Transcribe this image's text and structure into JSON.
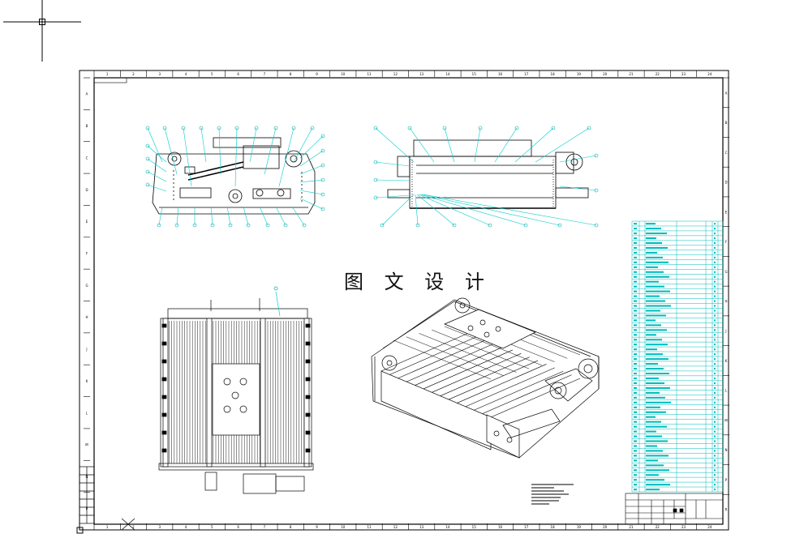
{
  "drawing": {
    "zone_numbers_top": [
      "1",
      "2",
      "3",
      "4",
      "5",
      "6",
      "7",
      "8",
      "9",
      "10",
      "11",
      "12",
      "13",
      "14",
      "15",
      "16",
      "17",
      "18",
      "19",
      "20",
      "21",
      "22",
      "23",
      "24"
    ],
    "zone_letters_left": [
      "A",
      "B",
      "C",
      "D",
      "E",
      "F",
      "G",
      "H",
      "J",
      "K",
      "L",
      "M",
      "N",
      "P"
    ],
    "zone_letters_right": [
      "A",
      "B",
      "C",
      "D",
      "E",
      "F",
      "G",
      "H",
      "J",
      "K",
      "L",
      "M",
      "N",
      "P",
      "R"
    ]
  },
  "watermark": {
    "text": "图 文 设 计"
  },
  "views": {
    "side_view": {
      "name": "side-elevation-view"
    },
    "end_view": {
      "name": "end-elevation-view"
    },
    "top_view": {
      "name": "plan-view"
    },
    "iso_view": {
      "name": "isometric-view"
    }
  },
  "colors": {
    "line": "#000000",
    "leader": "#00cccc",
    "balloon": "#00aaaa",
    "table": "#00bcbc",
    "background": "#ffffff"
  }
}
